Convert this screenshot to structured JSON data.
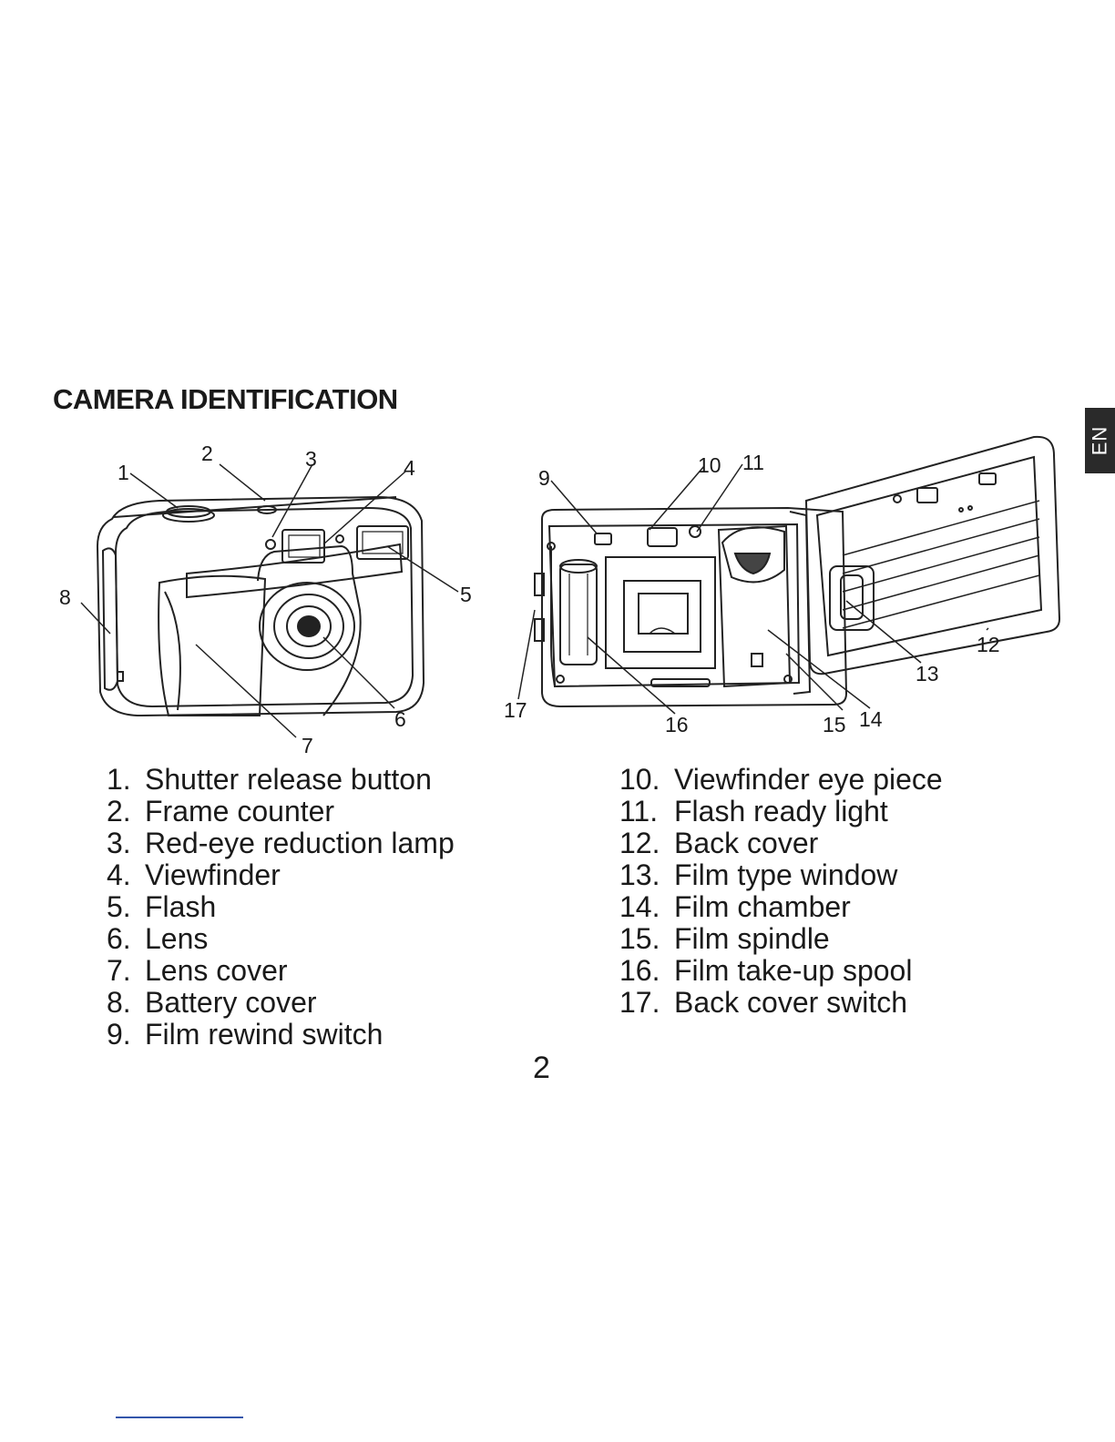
{
  "page": {
    "title": "CAMERA IDENTIFICATION",
    "language_tab": "EN",
    "page_number": "2"
  },
  "figure_front": {
    "callouts": [
      "1",
      "2",
      "3",
      "4",
      "5",
      "6",
      "7",
      "8"
    ]
  },
  "figure_back": {
    "callouts": [
      "9",
      "10",
      "11",
      "12",
      "13",
      "14",
      "15",
      "16",
      "17"
    ]
  },
  "parts_left": [
    {
      "num": "1.",
      "label": "Shutter release button"
    },
    {
      "num": "2.",
      "label": "Frame counter"
    },
    {
      "num": "3.",
      "label": "Red-eye reduction lamp"
    },
    {
      "num": "4.",
      "label": "Viewfinder"
    },
    {
      "num": "5.",
      "label": "Flash"
    },
    {
      "num": "6.",
      "label": "Lens"
    },
    {
      "num": "7.",
      "label": "Lens cover"
    },
    {
      "num": "8.",
      "label": "Battery cover"
    },
    {
      "num": "9.",
      "label": "Film rewind switch"
    }
  ],
  "parts_right": [
    {
      "num": "10.",
      "label": "Viewfinder eye piece"
    },
    {
      "num": "11.",
      "label": "Flash ready light"
    },
    {
      "num": "12.",
      "label": "Back cover"
    },
    {
      "num": "13.",
      "label": "Film type window"
    },
    {
      "num": "14.",
      "label": "Film chamber"
    },
    {
      "num": "15.",
      "label": "Film spindle"
    },
    {
      "num": "16.",
      "label": "Film take-up spool"
    },
    {
      "num": "17.",
      "label": "Back cover switch"
    }
  ]
}
